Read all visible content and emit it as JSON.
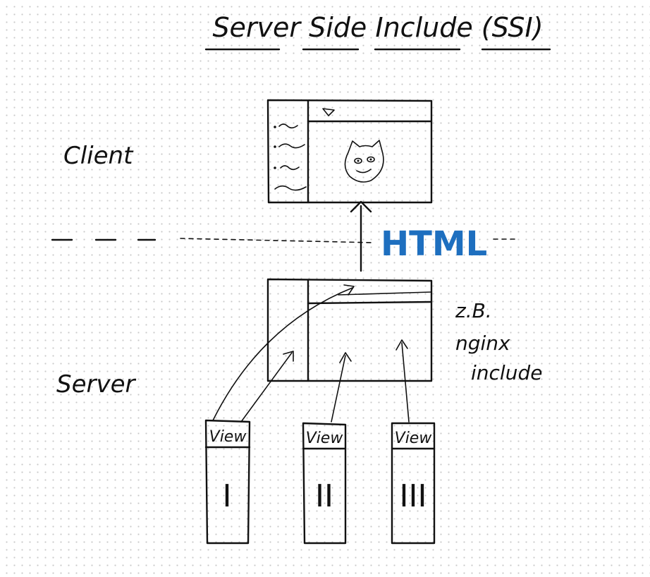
{
  "title": "Server Side Include (SSI)",
  "labels": {
    "client": "Client",
    "server": "Server",
    "html": "HTML",
    "zb": "z.B.",
    "nginx": "nginx",
    "include": "include"
  },
  "views": [
    {
      "header": "View",
      "roman": "I"
    },
    {
      "header": "View",
      "roman": "II"
    },
    {
      "header": "View",
      "roman": "III"
    }
  ],
  "colors": {
    "ink": "#111111",
    "accent": "#1e6fbf",
    "grid_dots": "#c9c9c9"
  }
}
